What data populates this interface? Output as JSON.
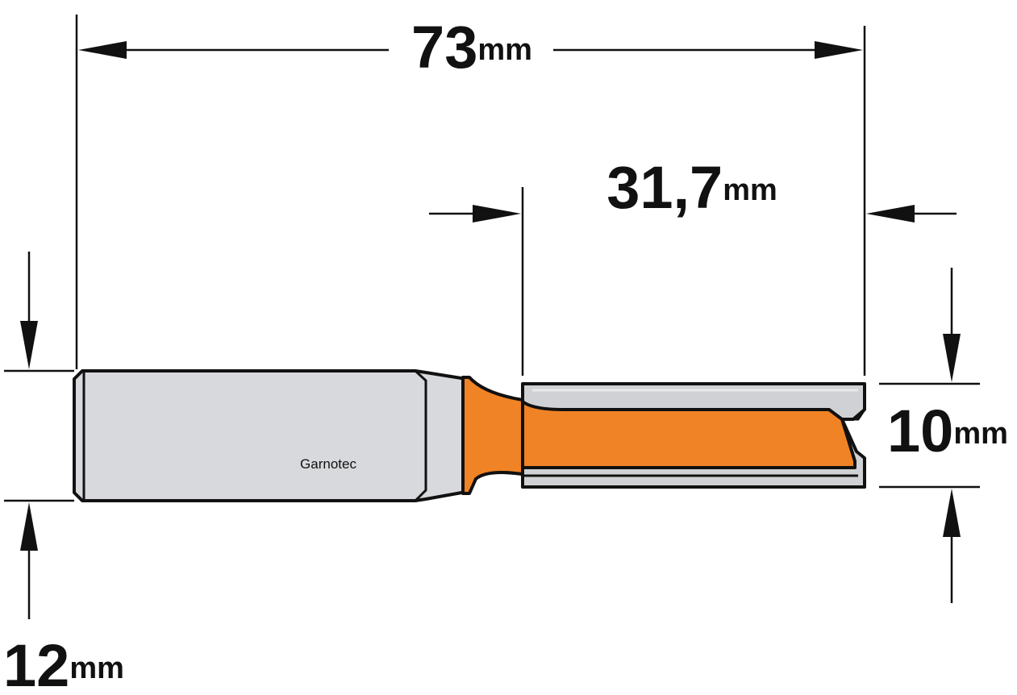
{
  "brand": "Garnotec",
  "dimensions": {
    "total_length": {
      "value": "73",
      "unit": "mm"
    },
    "cutting_length": {
      "value": "31,7",
      "unit": "mm"
    },
    "cutting_diameter": {
      "value": "10",
      "unit": "mm"
    },
    "shank_diameter": {
      "value": "12",
      "unit": "mm"
    }
  },
  "colors": {
    "shank": "#d8d9dc",
    "body": "#f08325",
    "cutter": "#cfd1d4",
    "line": "#111111"
  }
}
